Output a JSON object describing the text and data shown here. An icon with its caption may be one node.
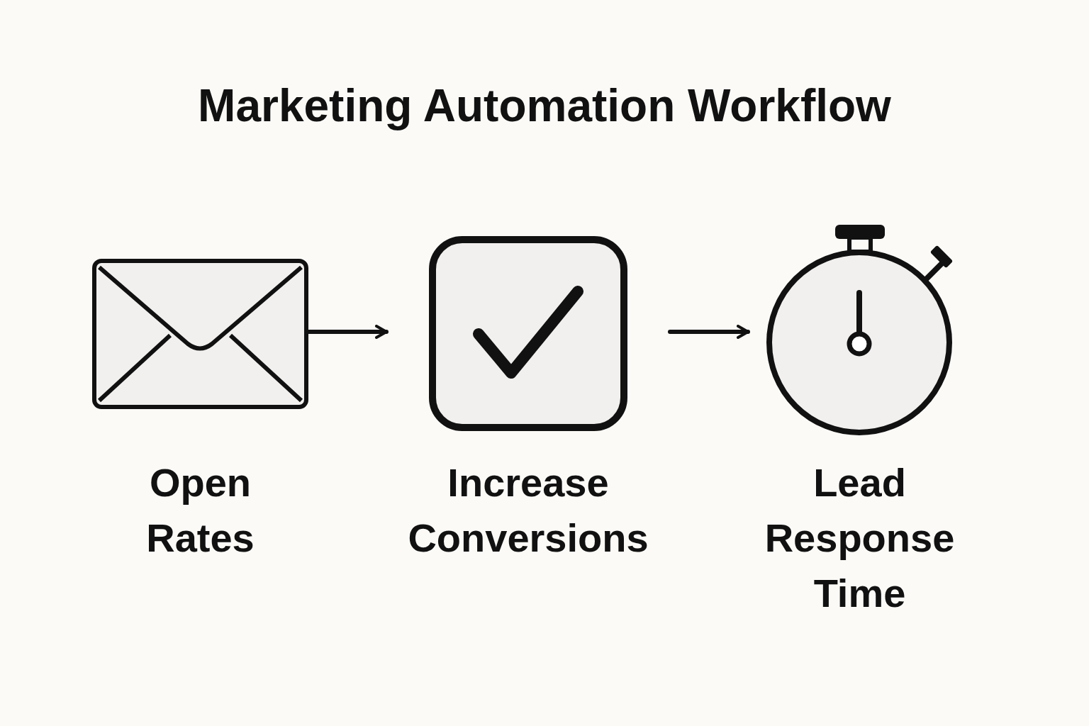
{
  "diagram": {
    "title": "Marketing Automation Workflow",
    "nodes": [
      {
        "text": [
          "Open Rates"
        ]
      },
      {
        "text": [
          "Increase Conversions"
        ]
      },
      {
        "text": [
          "Lead Response Time"
        ]
      }
    ],
    "edges": [
      {
        "from": 0,
        "to": 1,
        "arrow": "to"
      },
      {
        "from": 1,
        "to": 2,
        "arrow": "to"
      }
    ]
  }
}
